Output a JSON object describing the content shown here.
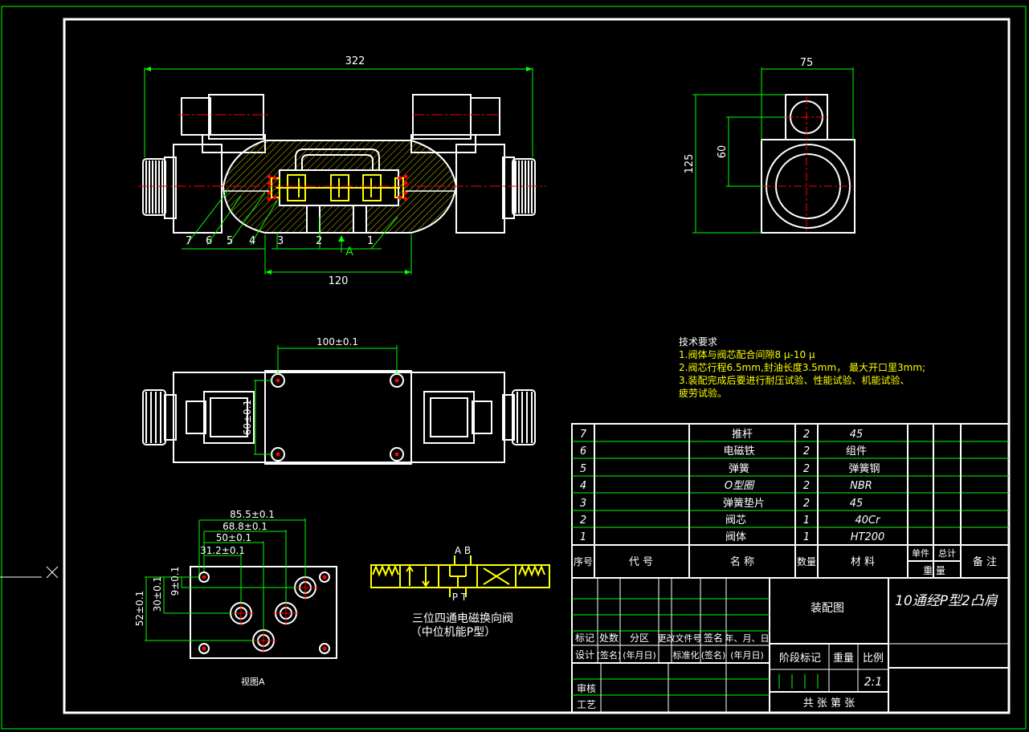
{
  "colors": {
    "bg": "#000000",
    "frame": "#ffffff",
    "dim": "#00ff00",
    "yellow": "#ffff00",
    "red": "#ff0000",
    "hatch": "#c8c800"
  },
  "front_view": {
    "dim_total": "322",
    "dim_body": "120",
    "arrow_label": "A",
    "balloons": [
      "7",
      "6",
      "5",
      "4",
      "3",
      "2",
      "1"
    ]
  },
  "side_view": {
    "dim_width": "75",
    "dim_height": "125",
    "dim_inner": "60"
  },
  "top_view": {
    "dim_holes": "100±0.1",
    "dim_vertical": "60±0.1"
  },
  "port_view": {
    "dims_h": [
      "85.5±0.1",
      "68.8±0.1",
      "50±0.1",
      "31.2±0.1"
    ],
    "dims_v": [
      "52±0.1",
      "30±0.1",
      "9±0.1"
    ],
    "caption": "视图A"
  },
  "symbol": {
    "top_ports": "A  B",
    "bottom_ports": "P  T",
    "caption_line1": "三位四通电磁换向阀",
    "caption_line2": "（中位机能P型）"
  },
  "tech_requirements": {
    "title": "技术要求",
    "items": [
      "1.阀体与阀芯配合间隙8 μ-10 μ",
      "2.阀芯行程6.5mm,封油长度3.5mm， 最大开口里3mm;",
      "3.装配完成后要进行耐压试验、性能试验、机能试验、",
      "疲劳试验。"
    ]
  },
  "parts": [
    {
      "no": "7",
      "code": "",
      "name": "推杆",
      "qty": "2",
      "material": "45"
    },
    {
      "no": "6",
      "code": "",
      "name": "电磁铁",
      "qty": "2",
      "material": "组件"
    },
    {
      "no": "5",
      "code": "",
      "name": "弹簧",
      "qty": "2",
      "material": "弹簧钢"
    },
    {
      "no": "4",
      "code": "",
      "name": "O型圈",
      "qty": "2",
      "material": "NBR"
    },
    {
      "no": "3",
      "code": "",
      "name": "弹簧垫片",
      "qty": "2",
      "material": "45"
    },
    {
      "no": "2",
      "code": "",
      "name": "阀芯",
      "qty": "1",
      "material": "40Cr"
    },
    {
      "no": "1",
      "code": "",
      "name": "阀体",
      "qty": "1",
      "material": "HT200"
    }
  ],
  "bom_header": {
    "no": "序号",
    "code": "代 号",
    "name": "名 称",
    "qty": "数量",
    "material": "材 料",
    "single": "单件",
    "total": "总计",
    "weight": "重 量",
    "remark": "备 注"
  },
  "title_block": {
    "assembly": "装配图",
    "drawing_name": "10通经P型2凸肩",
    "row_mark": [
      "标记",
      "处数",
      "分区",
      "更改文件号",
      "签名",
      "年、月、日"
    ],
    "row_design": [
      "设计",
      "(签名)",
      "(年月日)",
      "标准化",
      "(签名)",
      "(年月日)"
    ],
    "stage": "阶段标记",
    "weight": "重量",
    "scale_label": "比例",
    "scale": "2:1",
    "review": "审核",
    "process": "工艺",
    "sheets": "共  张  第  张"
  }
}
